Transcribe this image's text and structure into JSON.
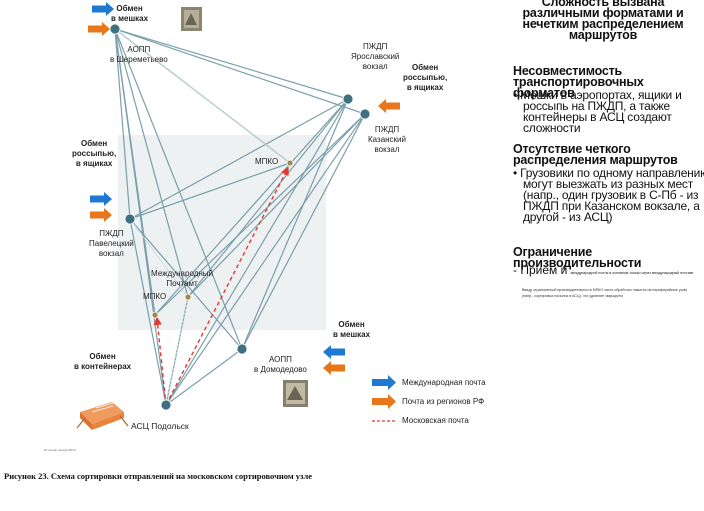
{
  "diagram": {
    "hubs": {
      "aopp_sheremetyevo": "АОПП\nв Шереметьево",
      "pzhdp_yaroslavsky": "ПЖДП\nЯрославский\nвокзал",
      "pzhdp_kazansky": "ПЖДП\nКазанский\nвокзал",
      "mpko_top": "МПКО",
      "pzhdp_paveletsky": "ПЖДП\nПавелецкий\nвокзал",
      "international_post": "Международный\nПочтамт",
      "mpko_bottom": "МПКО",
      "aopp_domodedovo": "АОПП\nв Домодедово",
      "asc_podolsk": "АСЦ Подольск"
    },
    "exchange_labels": {
      "bags_top": "Обмен\nв мешках",
      "loose_boxes_right": "Обмен\nроссыпью,\nв ящиках",
      "loose_boxes_left": "Обмен\nроссыпью,\nв ящиках",
      "bags_bottom": "Обмен\nв мешках",
      "containers": "Обмен\nв контейнерах"
    },
    "legend": {
      "international": "Международная почта",
      "regional": "Почта из регионов РФ",
      "moscow": "Московская почта"
    },
    "source_note": "Источник: Анализ BCG",
    "colors": {
      "international": "#1f78d1",
      "regional": "#e8761b",
      "moscow": "#e03a2f",
      "link": "#6d96a3",
      "node": "#3f6f80",
      "mpko": "#a0864a"
    }
  },
  "side_panel": {
    "title": "Сложность вызвана различными форматами и нечетким распределением маршрутов",
    "section1_heading": "Несовместимость транспортировочных форматов",
    "section1_bullet": "Мешки в аэропортах, ящики и россыпь на ПЖДП, а также контейнеры в АСЦ создают сложности",
    "section2_heading": "Отсутствие четкого распределения маршрутов",
    "section2_bullet": "Грузовики по одному направлению могут выезжать из разных мест (напр., один грузовик в С-Пб - из ПЖДП при Казанском вокзале, а другой - из АСЦ)",
    "section3_heading": "Ограничение производительности",
    "section3_bullet1_big": "Прием и",
    "section3_bullet1_small": "международной почты в основном только через международный почтамт",
    "section3_bullet2_small": "Ввиду ограниченной производительности МПКО часть обработки ложится на периферийные узлы (напр., сортировка посылок в АСЦ), что удлиняет маршруты"
  },
  "caption": "Рисунок 23. Схема сортировки отправлений на московском сортировочном узле"
}
